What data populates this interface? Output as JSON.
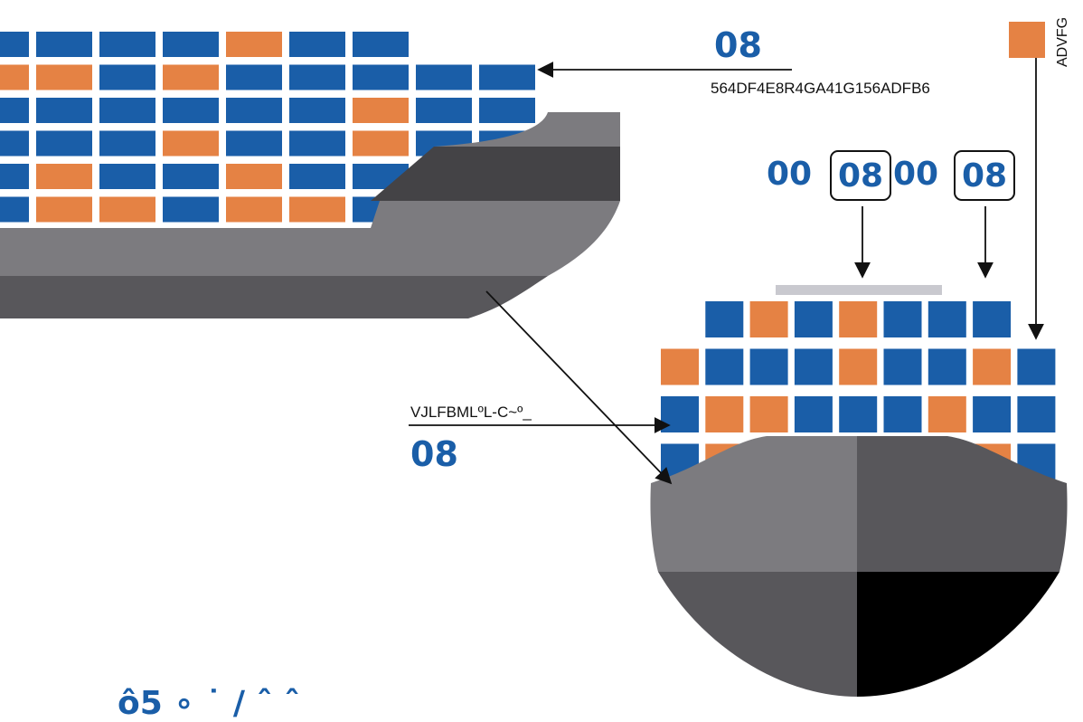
{
  "colors": {
    "blue": "#1a5ea8",
    "orange": "#e58244",
    "hull_light": "#7c7b7f",
    "hull_dark": "#58575b",
    "deck_dark": "#444346",
    "keel": "#000000",
    "gantry": "#c9c9cf"
  },
  "legend": {
    "label": "ADVFG",
    "swatch": "orange"
  },
  "top_callout": {
    "number": "08",
    "text": "564DF4E8R4GA41G156ADFB6"
  },
  "code_row": {
    "parts": [
      "00",
      "08",
      "00",
      "08"
    ]
  },
  "left_callout": {
    "text": "VJLFBMLºL-C~º_",
    "number": "08"
  },
  "bottom_partial": {
    "text": "ô5  ∘  ˙   ∕ ˆ  ˆ"
  }
}
